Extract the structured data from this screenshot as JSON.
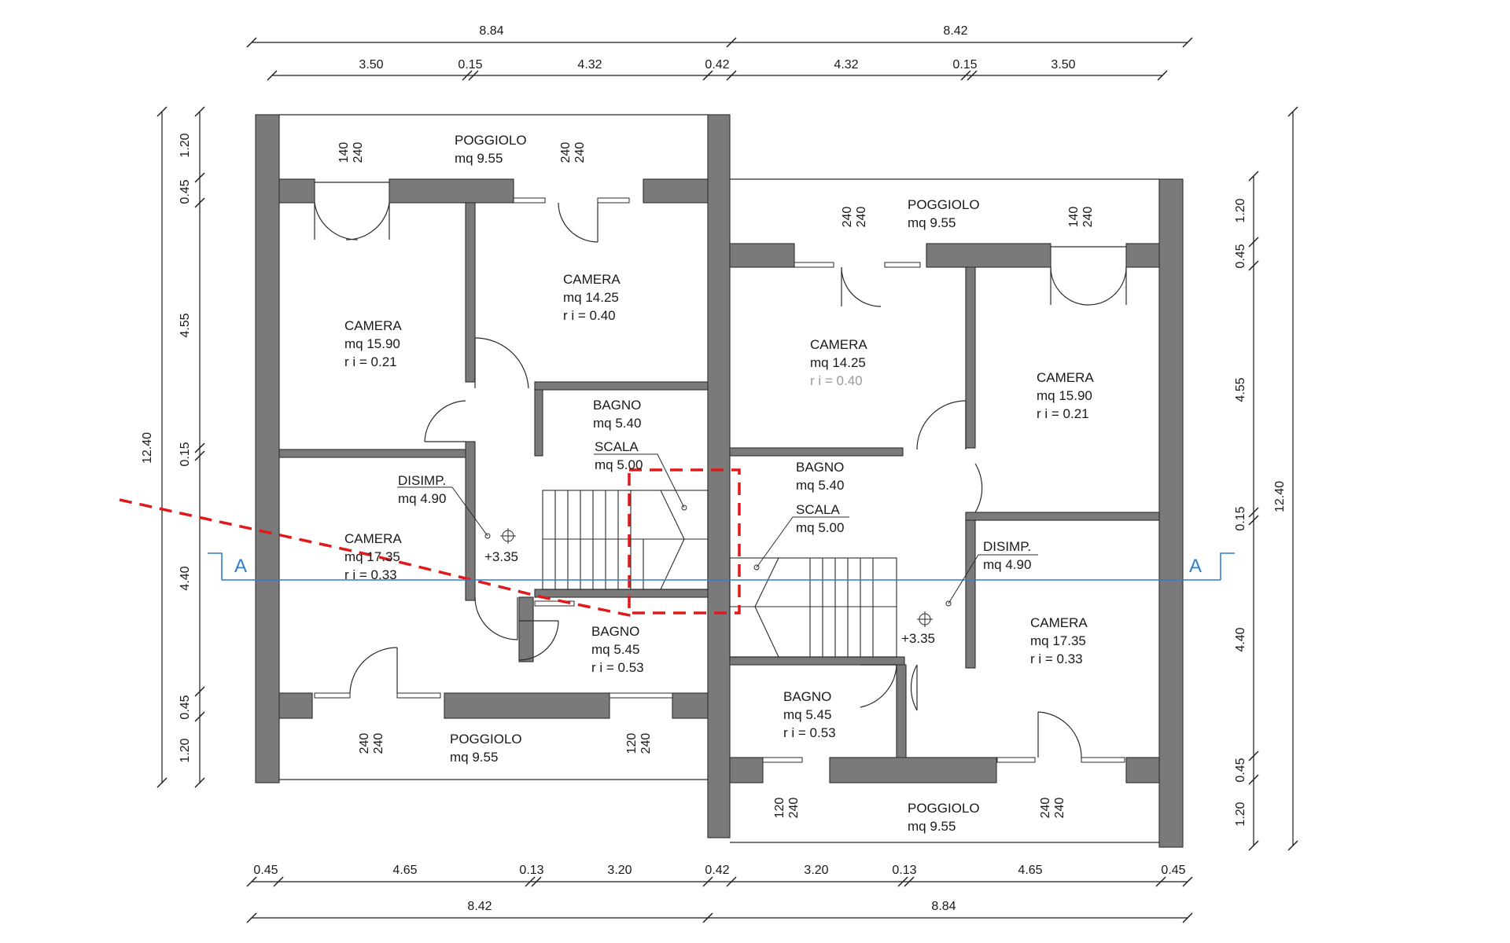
{
  "rooms": [
    {
      "name": "POGGIOLO",
      "area": "mq 9.55"
    },
    {
      "name": "CAMERA",
      "area": "mq 15.90",
      "ri": "r i = 0.21"
    },
    {
      "name": "CAMERA",
      "area": "mq 14.25",
      "ri": "r i = 0.40"
    },
    {
      "name": "BAGNO",
      "area": "mq 5.40"
    },
    {
      "name": "SCALA",
      "area": "mq 5.00"
    },
    {
      "name": "DISIMP.",
      "area": "mq 4.90"
    },
    {
      "name": "CAMERA",
      "area": "mq 17.35",
      "ri": "r i = 0.33"
    },
    {
      "name": "BAGNO",
      "area": "mq 5.45",
      "ri": "r i = 0.53"
    },
    {
      "name": "POGGIOLO",
      "area": "mq 9.55"
    },
    {
      "name": "POGGIOLO",
      "area": "mq 9.55"
    },
    {
      "name": "CAMERA",
      "area": "mq 14.25",
      "ri": "r i = 0.40"
    },
    {
      "name": "CAMERA",
      "area": "mq 15.90",
      "ri": "r i = 0.21"
    },
    {
      "name": "BAGNO",
      "area": "mq 5.40"
    },
    {
      "name": "SCALA",
      "area": "mq 5.00"
    },
    {
      "name": "DISIMP.",
      "area": "mq 4.90"
    },
    {
      "name": "CAMERA",
      "area": "mq 17.35",
      "ri": "r i = 0.33"
    },
    {
      "name": "BAGNO",
      "area": "mq 5.45",
      "ri": "r i = 0.53"
    },
    {
      "name": "POGGIOLO",
      "area": "mq 9.55"
    }
  ],
  "levels": [
    "+3.35",
    "+3.35"
  ],
  "section_mark": "A",
  "dimensions": {
    "top_overall": [
      "8.84",
      "8.42"
    ],
    "top_partial": [
      "3.50",
      "0.15",
      "4.32",
      "0.42",
      "4.32",
      "0.15",
      "3.50"
    ],
    "bottom_partial": [
      "0.45",
      "4.65",
      "0.13",
      "3.20",
      "0.42",
      "3.20",
      "0.13",
      "4.65",
      "0.45"
    ],
    "bottom_overall": [
      "8.42",
      "8.84"
    ],
    "left_partial": [
      "1.20",
      "0.45",
      "4.55",
      "0.15",
      "4.40",
      "0.45",
      "1.20"
    ],
    "left_overall": "12.40",
    "right_partial": [
      "1.20",
      "0.45",
      "4.55",
      "0.15",
      "4.40",
      "0.45",
      "1.20"
    ],
    "right_overall": "12.40"
  },
  "openings": [
    "140",
    "240",
    "240",
    "240",
    "240",
    "240",
    "140",
    "240",
    "240",
    "240",
    "120",
    "240",
    "120",
    "240",
    "240",
    "240"
  ]
}
